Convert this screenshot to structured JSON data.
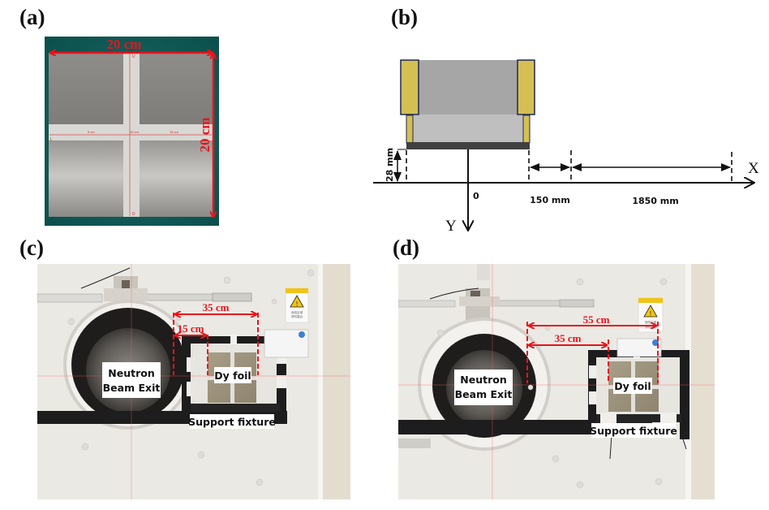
{
  "panels": {
    "a": {
      "label": "(a)",
      "width_dimension": "20 cm",
      "height_dimension": "20 cm",
      "tape_marks": [
        "5 cm",
        "10 cm",
        "15 cm"
      ],
      "tape_end_labels": {
        "top": "U",
        "bottom": "D",
        "left": "L"
      }
    },
    "b": {
      "label": "(b)",
      "x_axis_label": "X",
      "y_axis_label": "Y",
      "origin_label": "0",
      "height_label": "28 mm",
      "gap_label": "150 mm",
      "distance_label": "1850 mm",
      "colors": {
        "frame": "#d4bf52",
        "frame_border": "#1f2a55",
        "upper_fill": "#a6a6a6",
        "lower_fill": "#bfbfbf",
        "base": "#404040"
      }
    },
    "c": {
      "label": "(c)",
      "dimension_outer": "35 cm",
      "dimension_inner": "15 cm",
      "beam_exit_label": [
        "Neutron",
        "Beam Exit"
      ],
      "foil_label": "Dy foil",
      "fixture_label": "Support fixture",
      "warning_sign": {
        "header": "注意",
        "line1": "危险区域",
        "line2": "请勿靠近"
      }
    },
    "d": {
      "label": "(d)",
      "dimension_outer": "55 cm",
      "dimension_inner": "35 cm",
      "beam_exit_label": [
        "Neutron",
        "Beam Exit"
      ],
      "foil_label": "Dy foil",
      "fixture_label": "Support fixture",
      "warning_sign": {
        "header": "注意",
        "line1": "危险区域",
        "line2": "请勿靠近"
      }
    }
  },
  "colors": {
    "annotation_red": "#e8141c",
    "photo_wall": "#ebe9e4",
    "fixture_black": "#1d1d1d",
    "teal_bg": "#0e5b57"
  }
}
